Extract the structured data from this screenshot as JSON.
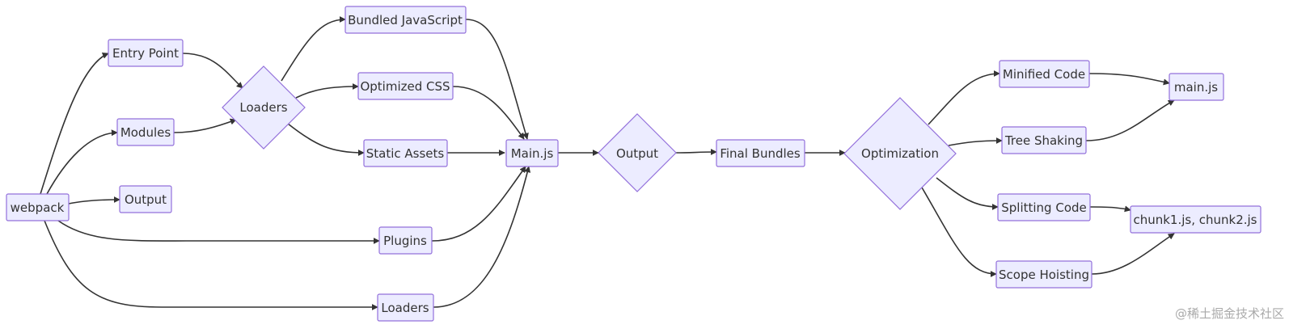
{
  "nodes": {
    "webpack": "webpack",
    "entry_point": "Entry Point",
    "modules": "Modules",
    "output_top": "Output",
    "loaders_diamond": "Loaders",
    "bundled_js": "Bundled JavaScript",
    "optimized_css": "Optimized CSS",
    "static_assets": "Static Assets",
    "plugins": "Plugins",
    "loaders_bottom": "Loaders",
    "main_js_upper": "Main.js",
    "output_diamond": "Output",
    "final_bundles": "Final Bundles",
    "optimization": "Optimization",
    "minified_code": "Minified Code",
    "tree_shaking": "Tree Shaking",
    "splitting_code": "Splitting Code",
    "scope_hoisting": "Scope Hoisting",
    "main_js_lower": "main.js",
    "chunks": "chunk1.js, chunk2.js"
  },
  "watermark": "@稀土掘金技术社区",
  "colors": {
    "node_fill": "#ECECFF",
    "node_stroke": "#9370DB",
    "edge": "#333333",
    "text": "#333333"
  }
}
